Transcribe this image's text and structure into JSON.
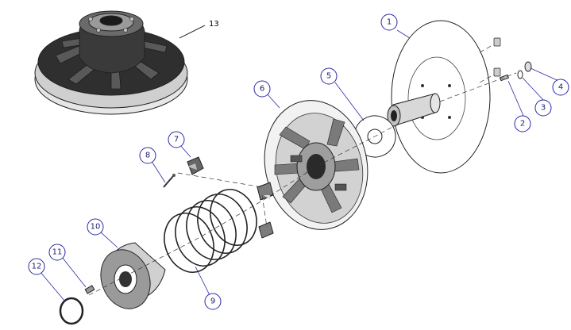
{
  "callouts": [
    {
      "id": "1",
      "label": "1"
    },
    {
      "id": "2",
      "label": "2"
    },
    {
      "id": "3",
      "label": "3"
    },
    {
      "id": "4",
      "label": "4"
    },
    {
      "id": "5",
      "label": "5"
    },
    {
      "id": "6",
      "label": "6"
    },
    {
      "id": "7",
      "label": "7"
    },
    {
      "id": "8",
      "label": "8"
    },
    {
      "id": "9",
      "label": "9"
    },
    {
      "id": "10",
      "label": "10"
    },
    {
      "id": "11",
      "label": "11"
    },
    {
      "id": "12",
      "label": "12"
    }
  ],
  "assembly_label": "13",
  "colors": {
    "callout_stroke": "#2a2aa8",
    "callout_text": "#202070",
    "part_dark": "#2b2b2b",
    "part_mid": "#6e6e6e",
    "part_light": "#d9d9d9",
    "background": "#ffffff"
  }
}
